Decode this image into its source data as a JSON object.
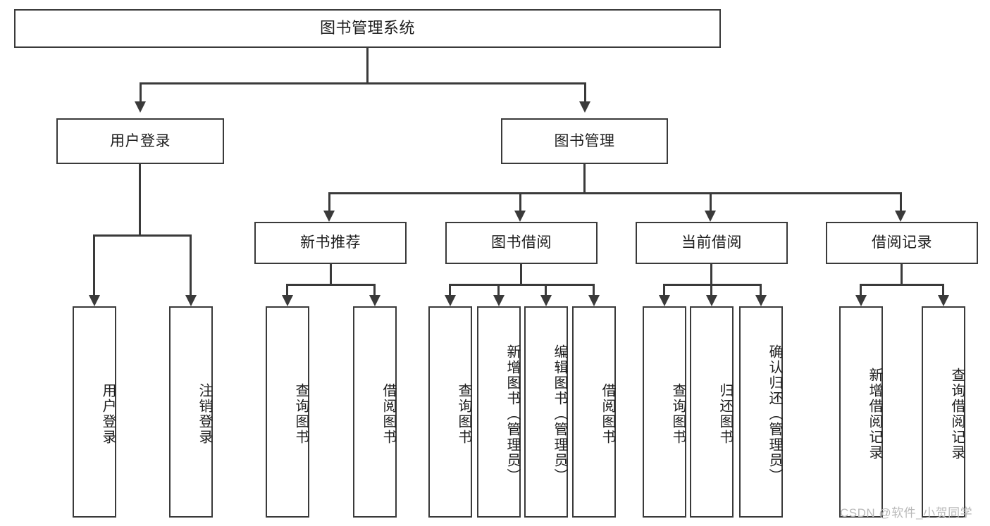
{
  "diagram": {
    "title": "图书管理系统",
    "watermark": "CSDN @软件_小贺同学"
  },
  "nodes": {
    "root": {
      "label": "图书管理系统"
    },
    "level2": [
      {
        "id": "user-login",
        "label": "用户登录"
      },
      {
        "id": "book-manage",
        "label": "图书管理"
      }
    ],
    "level3": [
      {
        "id": "new-book-recommend",
        "label": "新书推荐"
      },
      {
        "id": "book-borrow",
        "label": "图书借阅"
      },
      {
        "id": "current-borrow",
        "label": "当前借阅"
      },
      {
        "id": "borrow-record",
        "label": "借阅记录"
      }
    ],
    "leaves": [
      {
        "id": "leaf-user-login",
        "label": "用户登录"
      },
      {
        "id": "leaf-logout-login",
        "label": "注销登录"
      },
      {
        "id": "leaf-query-book-1",
        "label": "查询图书"
      },
      {
        "id": "leaf-borrow-book-1",
        "label": "借阅图书"
      },
      {
        "id": "leaf-query-book-2",
        "label": "查询图书"
      },
      {
        "id": "leaf-add-book",
        "label": "新增图书（管理员）"
      },
      {
        "id": "leaf-edit-book",
        "label": "编辑图书（管理员）"
      },
      {
        "id": "leaf-borrow-book-2",
        "label": "借阅图书"
      },
      {
        "id": "leaf-query-book-3",
        "label": "查询图书"
      },
      {
        "id": "leaf-return-book",
        "label": "归还图书"
      },
      {
        "id": "leaf-confirm-return",
        "label": "确认归还（管理员）"
      },
      {
        "id": "leaf-add-record",
        "label": "新增借阅记录"
      },
      {
        "id": "leaf-query-record",
        "label": "查询借阅记录"
      }
    ]
  },
  "colors": {
    "stroke": "#3a3a3a",
    "fill": "#ffffff",
    "text": "#1d1d1d",
    "watermark": "#b9b9b9"
  }
}
